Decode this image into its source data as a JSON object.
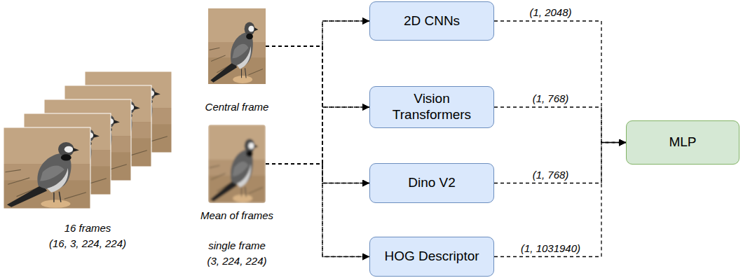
{
  "diagram": {
    "nodes": [
      {
        "text": [
          "Central frame"
        ]
      },
      {
        "text": [
          "Mean of frames"
        ]
      },
      {
        "text": [
          "2D CNNs"
        ]
      },
      {
        "text": [
          "Vision Transformers"
        ]
      },
      {
        "text": [
          "Dino V2"
        ]
      },
      {
        "text": [
          "HOG Descriptor"
        ]
      },
      {
        "text": [
          "MLP"
        ]
      }
    ],
    "edges": [
      {
        "from": 0,
        "to": 2,
        "arrow": "to"
      },
      {
        "from": 0,
        "to": 3,
        "arrow": "to"
      },
      {
        "from": 0,
        "to": 4,
        "arrow": "to"
      },
      {
        "from": 0,
        "to": 5,
        "arrow": "to"
      },
      {
        "from": 1,
        "to": 2,
        "arrow": "to"
      },
      {
        "from": 1,
        "to": 3,
        "arrow": "to"
      },
      {
        "from": 1,
        "to": 4,
        "arrow": "to"
      },
      {
        "from": 1,
        "to": 5,
        "arrow": "to"
      },
      {
        "from": 2,
        "to": 6,
        "label": "(1, 2048)",
        "arrow": "to"
      },
      {
        "from": 3,
        "to": 6,
        "label": "(1, 768)",
        "arrow": "to"
      },
      {
        "from": 4,
        "to": 6,
        "label": "(1, 768)",
        "arrow": "to"
      },
      {
        "from": 5,
        "to": 6,
        "label": "(1, 1031940)",
        "arrow": "to"
      }
    ],
    "labels": [
      "16 frames",
      "(16, 3, 224, 224)",
      "single frame",
      "(3, 224, 224)"
    ]
  }
}
